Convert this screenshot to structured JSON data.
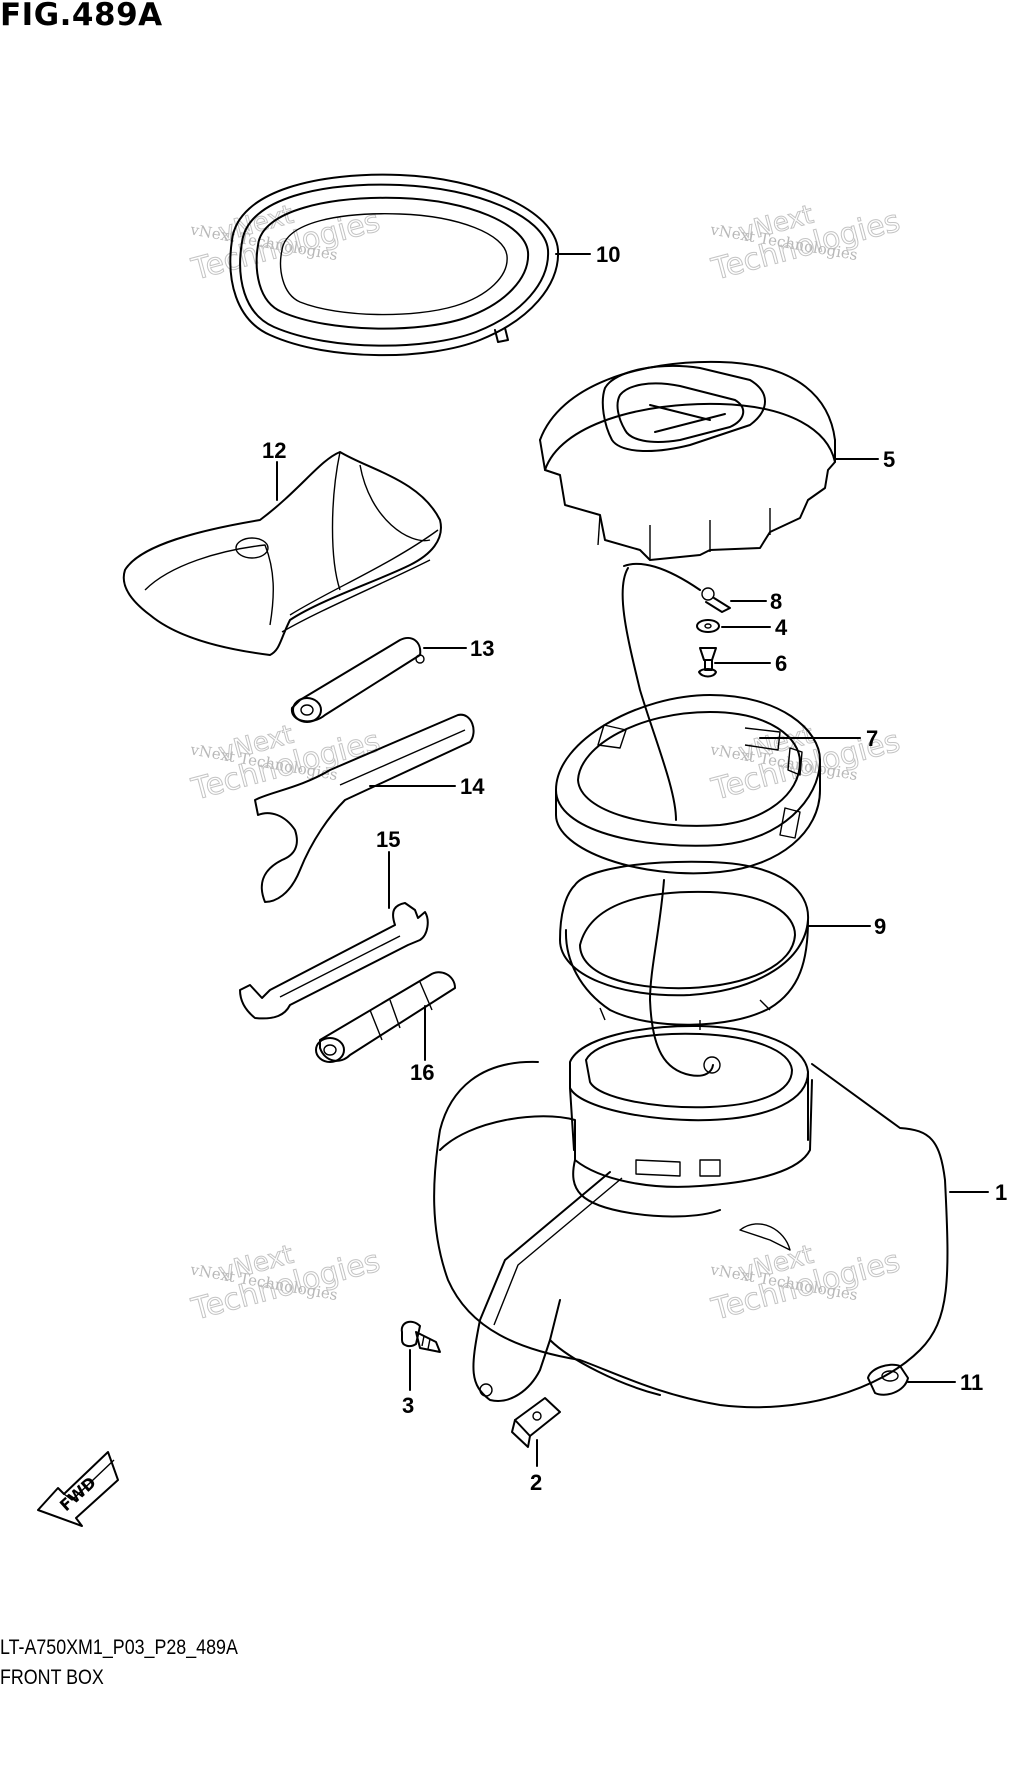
{
  "figure_title": "FIG.489A",
  "figure_code": "LT-A750XM1_P03_P28_489A",
  "figure_name": "FRONT BOX",
  "fwd_arrow_text": "FWD",
  "watermark": {
    "line1": "vNext Technologies",
    "line2": "vNext",
    "line3": "Technologies"
  },
  "callouts": [
    "1",
    "2",
    "3",
    "4",
    "5",
    "6",
    "7",
    "8",
    "9",
    "10",
    "11",
    "12",
    "13",
    "14",
    "15",
    "16"
  ]
}
